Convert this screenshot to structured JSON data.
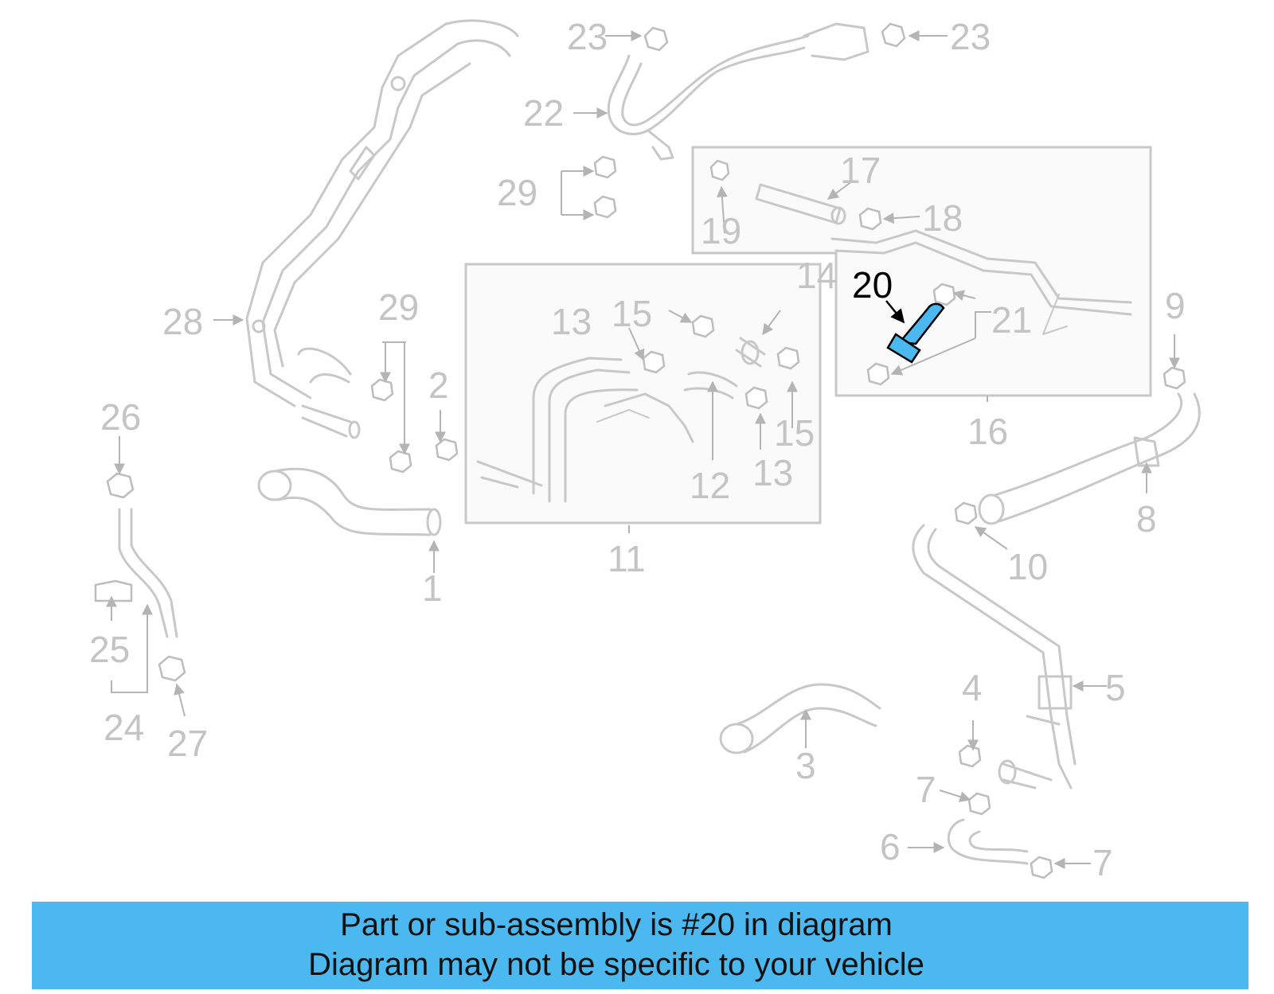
{
  "footer": {
    "line1": "Part or sub-assembly is #20 in diagram",
    "line2": "Diagram may not be specific to your vehicle"
  },
  "highlight": {
    "callout": "20",
    "color": "#4cb8f0"
  },
  "callouts": {
    "c1": "1",
    "c2": "2",
    "c3": "3",
    "c4": "4",
    "c5": "5",
    "c6": "6",
    "c7a": "7",
    "c7b": "7",
    "c8": "8",
    "c9": "9",
    "c10": "10",
    "c11": "11",
    "c12": "12",
    "c13a": "13",
    "c13b": "13",
    "c14": "14",
    "c15a": "15",
    "c15b": "15",
    "c16": "16",
    "c17": "17",
    "c18": "18",
    "c19": "19",
    "c20": "20",
    "c21": "21",
    "c22": "22",
    "c23a": "23",
    "c23b": "23",
    "c24": "24",
    "c25": "25",
    "c26": "26",
    "c27": "27",
    "c28": "28",
    "c29a": "29",
    "c29b": "29"
  }
}
